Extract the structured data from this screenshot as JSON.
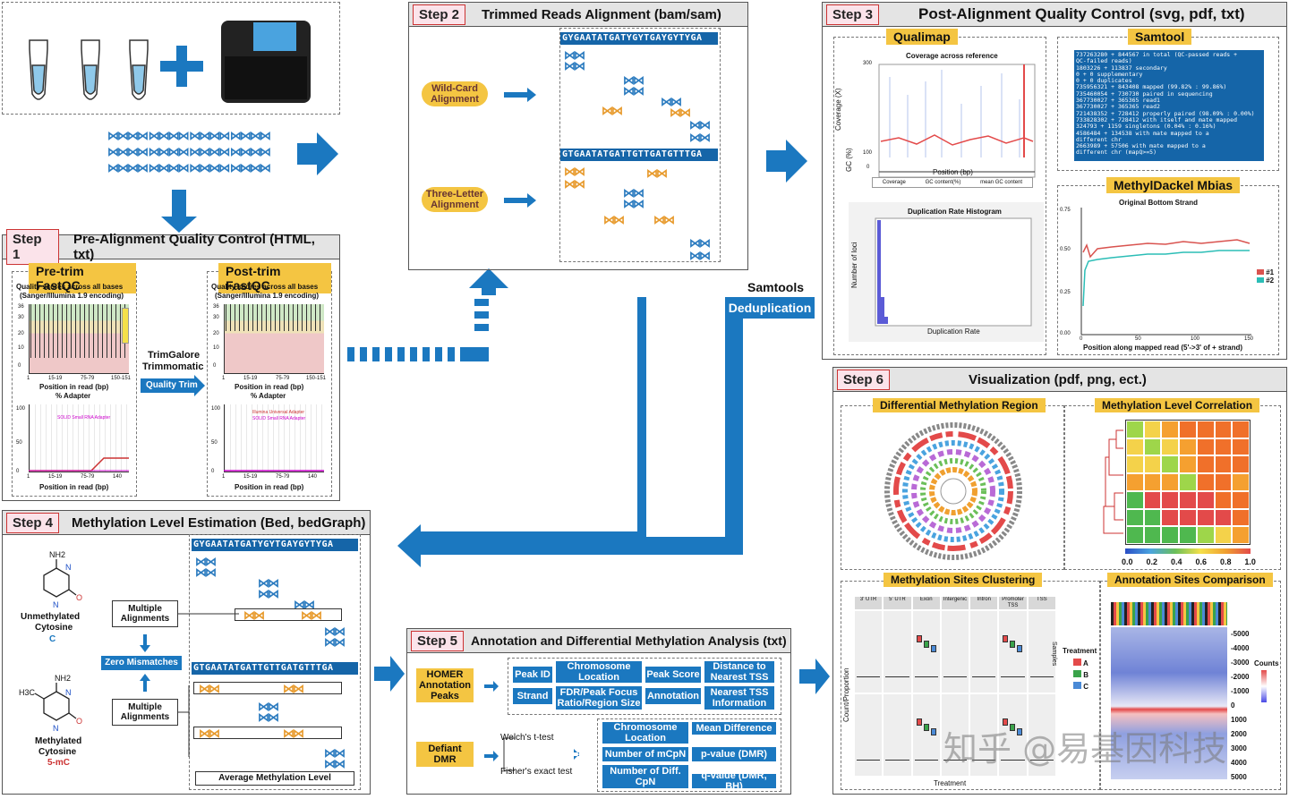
{
  "step2": {
    "step": "Step 2",
    "title": "Trimmed Reads Alignment (bam/sam)",
    "wild": "Wild-Card Alignment",
    "three": "Three-Letter Alignment",
    "seq1": "GYGAATATGATYGYTGAYGYTYGA",
    "seq2": "GTGAATATGATTGTTGATGTTTGA"
  },
  "step3": {
    "step": "Step 3",
    "title": "Post-Alignment Quality Control (svg, pdf, txt)",
    "qualimap": "Qualimap",
    "samtool": "Samtool",
    "methyldackel": "MethylDackel Mbias",
    "cov_title": "Coverage across reference",
    "cov_y": "Coverage (X)",
    "gc_y": "GC (%)",
    "cov_x": "Position (bp)",
    "legend": [
      "Coverage",
      "GC content(%)",
      "mean GC content"
    ],
    "cov_ticks": [
      "300",
      "100",
      "0"
    ],
    "dup_title": "Duplication Rate Histogram",
    "dup_y": "Number of loci",
    "dup_x": "Duplication Rate",
    "mb_title": "Original Bottom Strand",
    "mb_x": "Position along mapped read (5'->3' of + strand)",
    "mb_yticks": [
      "0.75",
      "0.50",
      "0.25",
      "0.00"
    ],
    "mb_xticks": [
      "0",
      "50",
      "100",
      "150"
    ],
    "mb_legend": [
      "#1",
      "#2"
    ],
    "samtool_text": [
      "737263280 + 844567 in total (QC-passed reads +",
      "QC-failed reads)",
      "1803226 + 113837 secondary",
      "0 + 0 supplementary",
      "0 + 0 duplicates",
      "735956321 + 843408 mapped (99.82% : 99.86%)",
      "735460054 + 730730 paired in sequencing",
      "367730027 + 365365 read1",
      "367730027 + 365365 read2",
      "721438352 + 728412 properly paired (98.09% : 0.00%)",
      "733828302 + 728412 with itself and mate mapped",
      "324793 + 1159 singletons (0.04% : 0.16%)",
      "4586484 + 134538 with mate mapped to a",
      "different chr",
      "2663989 + 57506 with mate mapped to a",
      "different chr (mapQ>=5)"
    ]
  },
  "step1": {
    "step": "Step 1",
    "title": "Pre-Alignment Quality Control (HTML, txt)",
    "pre": "Pre-trim FastQC",
    "post": "Post-trim FastQC",
    "qs1": "Quality scores across all bases",
    "qs2": "(Sanger/Illumina 1.9 encoding)",
    "pos": "Position in read (bp)",
    "adapter": "% Adapter",
    "solid": "SOLID Small RNA Adapter",
    "illumina": "Illumina Universal Adapter",
    "trimgalore": "TrimGalore",
    "trimmomatic": "Trimmomatic",
    "qtrim": "Quality Trim",
    "qticks": [
      "36",
      "30",
      "20",
      "10",
      "0"
    ],
    "xticks": [
      "1",
      "15-19",
      "75-79",
      "150-151"
    ],
    "aticks": [
      "100",
      "50",
      "0"
    ],
    "axticks": [
      "1",
      "15-19",
      "75-79",
      "140"
    ]
  },
  "samtools": {
    "l1": "Samtools",
    "l2": "Deduplication"
  },
  "step4": {
    "step": "Step 4",
    "title": "Methylation Level Estimation (Bed, bedGraph)",
    "nh2": "NH2",
    "unmeth": "Unmethylated",
    "cyt": "Cytosine",
    "c": "C",
    "meth": "Methylated",
    "mc": "5-mC",
    "h3c": "H3C",
    "multi": "Multiple Alignments",
    "zero": "Zero Mismatches",
    "avg": "Average Methylation Level",
    "seq1": "GYGAATATGATYGYTGAYGYTYGA",
    "seq2": "GTGAATATGATTGTTGATGTTTGA"
  },
  "step5": {
    "step": "Step 5",
    "title": "Annotation and Differential Methylation Analysis (txt)",
    "homer": "HOMER Annotation Peaks",
    "defiant": "Defiant DMR",
    "welch": "Welch's t-test",
    "fisher": "Fisher's exact test",
    "b": [
      "Peak ID",
      "Chromosome Location",
      "Peak Score",
      "Distance to Nearest TSS",
      "Strand",
      "FDR/Peak Focus Ratio/Region Size",
      "Annotation",
      "Nearest TSS Information"
    ],
    "d": [
      "Chromosome Location",
      "Mean Difference",
      "Number of mCpN",
      "p-value (DMR)",
      "Number of Diff. CpN",
      "q-value (DMR, BH)"
    ]
  },
  "step6": {
    "step": "Step 6",
    "title": "Visualization (pdf, png, ect.)",
    "dmr": "Differential Methylation Region",
    "corr": "Methylation Level Correlation",
    "clust": "Methylation Sites Clustering",
    "annot": "Annotation Sites Comparison",
    "corr_ticks": [
      "0.0",
      "0.2",
      "0.4",
      "0.6",
      "0.8",
      "1.0"
    ],
    "clust_cols": [
      "3' UTR",
      "5' UTR",
      "Exon",
      "Intergenic",
      "Intron",
      "Promoter TSS",
      "TSS"
    ],
    "clust_y": "Count/Proportion",
    "clust_x": "Treatment",
    "treatment": "Treatment",
    "samples": "Samples",
    "treat_items": [
      "A",
      "B",
      "C"
    ],
    "counts": "Counts",
    "count_ticks": [
      "-5000",
      "-4000",
      "-3000",
      "-2000",
      "-1000",
      "0",
      "1000",
      "2000",
      "3000",
      "4000",
      "5000"
    ]
  },
  "watermark": "知乎 @易基因科技"
}
